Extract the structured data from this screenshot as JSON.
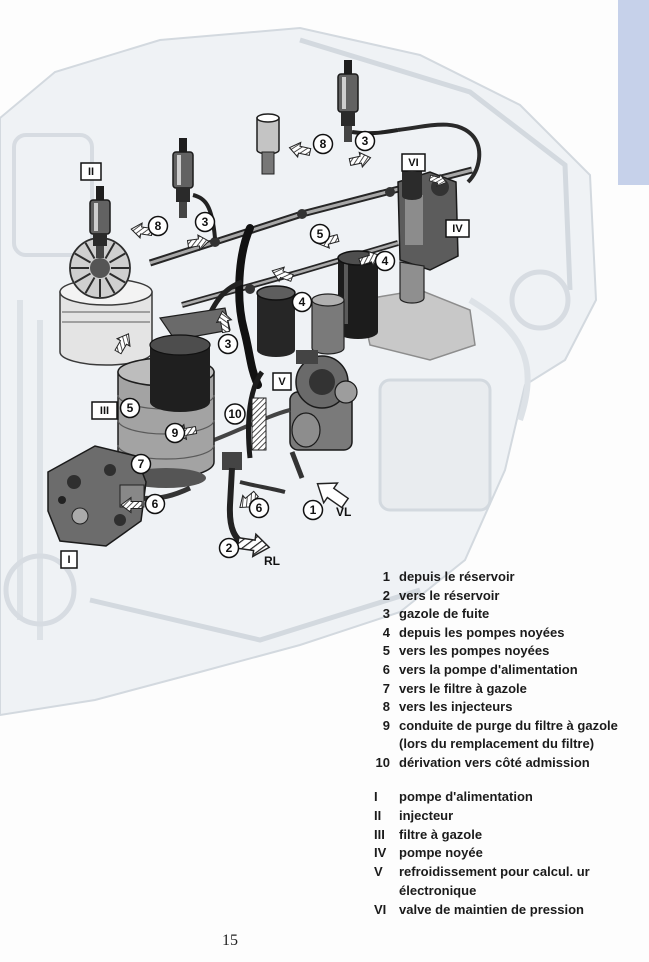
{
  "page": {
    "number": "15"
  },
  "diagram": {
    "callouts": [
      "II",
      "8",
      "3",
      "8",
      "3",
      "VI",
      "IV",
      "5",
      "4",
      "4",
      "3",
      "III",
      "5",
      "V",
      "10",
      "9",
      "7",
      "6",
      "6",
      "1",
      "VL",
      "2",
      "RL",
      "I"
    ]
  },
  "legend": {
    "numbered": [
      {
        "key": "1",
        "text": "depuis le réservoir"
      },
      {
        "key": "2",
        "text": "vers le réservoir"
      },
      {
        "key": "3",
        "text": "gazole de fuite"
      },
      {
        "key": "4",
        "text": "depuis les pompes noyées"
      },
      {
        "key": "5",
        "text": "vers les pompes noyées"
      },
      {
        "key": "6",
        "text": "vers la pompe d'alimentation"
      },
      {
        "key": "7",
        "text": "vers le filtre à gazole"
      },
      {
        "key": "8",
        "text": "vers les injecteurs"
      },
      {
        "key": "9",
        "text": "conduite de purge du filtre à gazole",
        "continuation": "(lors du remplacement du filtre)"
      },
      {
        "key": "10",
        "text": "dérivation vers côté admission"
      }
    ],
    "roman": [
      {
        "key": "I",
        "text": "pompe d'alimentation"
      },
      {
        "key": "II",
        "text": "injecteur"
      },
      {
        "key": "III",
        "text": "filtre à gazole"
      },
      {
        "key": "IV",
        "text": "pompe noyée"
      },
      {
        "key": "V",
        "text": "refroidissement pour calcul. ur",
        "continuation": "électronique"
      },
      {
        "key": "VI",
        "text": "valve de maintien de pression"
      }
    ]
  },
  "colors": {
    "tab": "#c6d1ea",
    "ink": "#1b1b1b",
    "background": "#fdfdfd"
  }
}
